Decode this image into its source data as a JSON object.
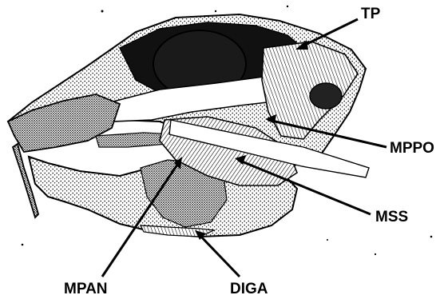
{
  "figure": {
    "subject": "skull-lateral-view",
    "ink_color": "#000000",
    "background_color": "#ffffff"
  },
  "labels": {
    "tp": "TP",
    "mppo": "MPPO",
    "mss": "MSS",
    "mpan": "MPAN",
    "diga": "DIGA"
  }
}
